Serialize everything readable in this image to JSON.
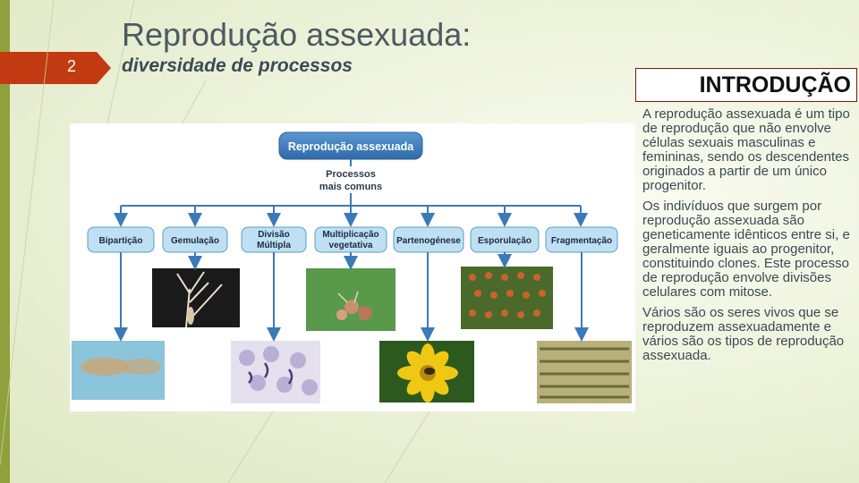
{
  "slide": {
    "number": "2",
    "title": "Reprodução assexuada:",
    "subtitle": "diversidade de processos"
  },
  "intro": {
    "heading": "INTRODUÇÃO"
  },
  "body": {
    "paragraphs": [
      "A reprodução assexuada é um tipo de reprodução que não  envolve células sexuais masculinas e femininas, sendo os descendentes originados a partir de um único progenitor.",
      "Os indivíduos que surgem por reprodução assexuada são geneticamente idênticos entre si, e geralmente iguais ao progenitor, constituindo clones. Este processo de reprodução envolve divisões celulares com mitose.",
      "Vários são os seres vivos que se reproduzem assexuadamente e vários são os tipos de reprodução assexuada."
    ]
  },
  "diagram": {
    "root": "Reprodução assexuada",
    "connector_line1": "Processos",
    "connector_line2": "mais comuns",
    "processes": [
      {
        "line1": "Bipartição",
        "line2": ""
      },
      {
        "line1": "Gemulação",
        "line2": ""
      },
      {
        "line1": "Divisão",
        "line2": "Múltipla"
      },
      {
        "line1": "Multiplicação",
        "line2": "vegetativa"
      },
      {
        "line1": "Partenogénese",
        "line2": ""
      },
      {
        "line1": "Esporulação",
        "line2": ""
      },
      {
        "line1": "Fragmentação",
        "line2": ""
      }
    ]
  },
  "colors": {
    "accent_red": "#c23a12",
    "bar_green": "#8fa03c",
    "node_fill": "#bfe0f2",
    "root_fill": "#3a78b8",
    "arrow": "#3a7ab8"
  }
}
